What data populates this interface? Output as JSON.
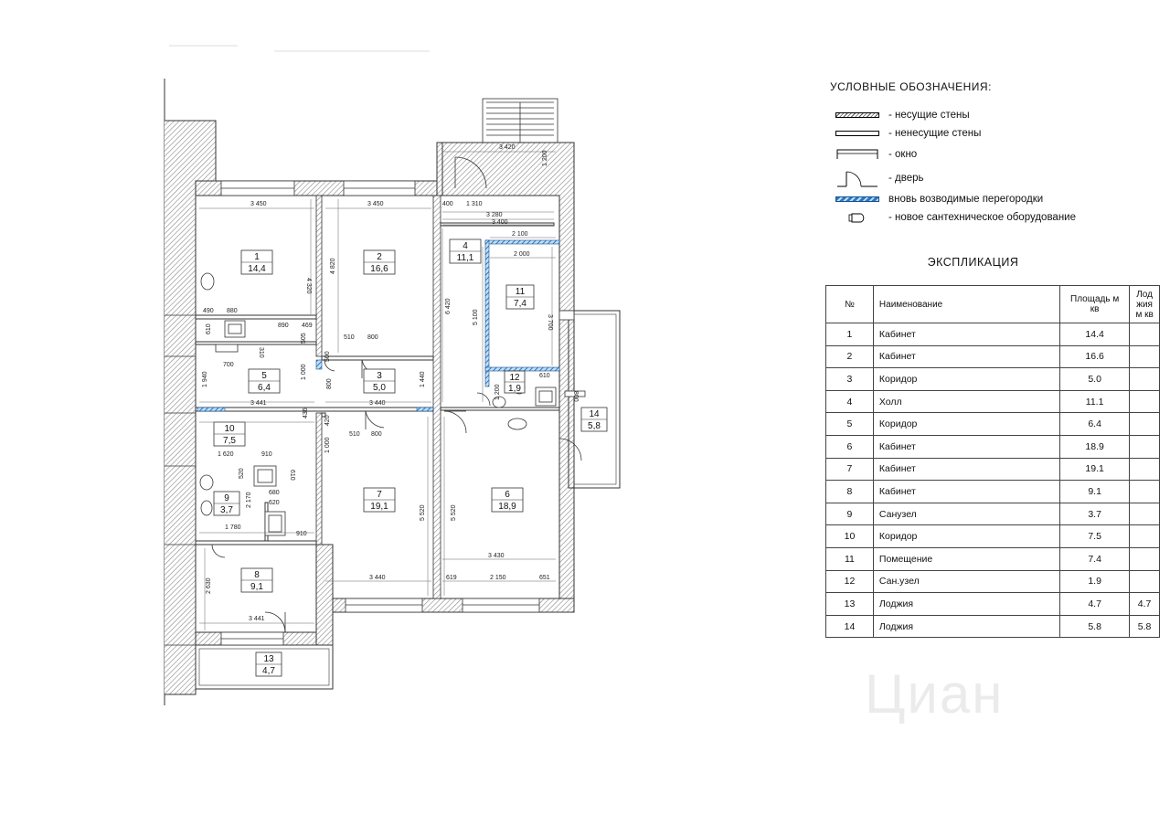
{
  "legend": {
    "title": "УСЛОВНЫЕ ОБОЗНАЧЕНИЯ:",
    "items": [
      {
        "icon": "bearing-wall-swatch",
        "label": "- несущие стены"
      },
      {
        "icon": "partition-wall-swatch",
        "label": "- ненесущие стены"
      },
      {
        "icon": "window-symbol",
        "label": "- окно"
      },
      {
        "icon": "door-symbol",
        "label": "- дверь"
      },
      {
        "icon": "new-partition-swatch",
        "label": "вновь возводимые  перегородки"
      },
      {
        "icon": "new-plumbing-symbol",
        "label": "- новое сантехническое оборудование"
      }
    ],
    "colors": {
      "new_partition": "#2a78c8"
    }
  },
  "explication": {
    "title": "ЭКСПЛИКАЦИЯ",
    "headers": [
      "№",
      "Наименование",
      "Площадь м кв",
      "Лод жия м кв"
    ],
    "rows": [
      [
        "1",
        "Кабинет",
        "14.4",
        ""
      ],
      [
        "2",
        "Кабинет",
        "16.6",
        ""
      ],
      [
        "3",
        "Коридор",
        "5.0",
        ""
      ],
      [
        "4",
        "Холл",
        "11.1",
        ""
      ],
      [
        "5",
        "Коридор",
        "6.4",
        ""
      ],
      [
        "6",
        "Кабинет",
        "18.9",
        ""
      ],
      [
        "7",
        "Кабинет",
        "19.1",
        ""
      ],
      [
        "8",
        "Кабинет",
        "9.1",
        ""
      ],
      [
        "9",
        "Санузел",
        "3.7",
        ""
      ],
      [
        "10",
        "Коридор",
        "7.5",
        ""
      ],
      [
        "11",
        "Помещение",
        "7.4",
        ""
      ],
      [
        "12",
        "Сан.узел",
        "1.9",
        ""
      ],
      [
        "13",
        "Лоджия",
        "4.7",
        "4.7"
      ],
      [
        "14",
        "Лоджия",
        "5.8",
        "5.8"
      ]
    ]
  },
  "rooms": [
    {
      "no": "1",
      "area": "14,4"
    },
    {
      "no": "2",
      "area": "16,6"
    },
    {
      "no": "3",
      "area": "5,0"
    },
    {
      "no": "4",
      "area": "11,1"
    },
    {
      "no": "5",
      "area": "6,4"
    },
    {
      "no": "6",
      "area": "18,9"
    },
    {
      "no": "7",
      "area": "19,1"
    },
    {
      "no": "8",
      "area": "9,1"
    },
    {
      "no": "9",
      "area": "3,7"
    },
    {
      "no": "10",
      "area": "7,5"
    },
    {
      "no": "11",
      "area": "7,4"
    },
    {
      "no": "12",
      "area": "1,9"
    },
    {
      "no": "13",
      "area": "4,7"
    },
    {
      "no": "14",
      "area": "5,8"
    }
  ],
  "dimensions": [
    "3 420",
    "1 200",
    "3 450",
    "3 450",
    "400",
    "1 310",
    "3 280",
    "3 400",
    "2 100",
    "2 000",
    "4 320",
    "4 820",
    "6 420",
    "5 100",
    "3 700",
    "490",
    "880",
    "890",
    "469",
    "610",
    "310",
    "510",
    "800",
    "700",
    "505",
    "1 000",
    "500",
    "1 940",
    "3 441",
    "3 440",
    "1 440",
    "800",
    "1 200",
    "610",
    "800",
    "436",
    "420",
    "1 000",
    "510",
    "800",
    "1 620",
    "910",
    "520",
    "610",
    "680",
    "2 170",
    "620",
    "1 780",
    "910",
    "5 520",
    "5 520",
    "3 430",
    "2 630",
    "3 440",
    "619",
    "2 150",
    "651",
    "3 441"
  ],
  "watermark": "Циан"
}
